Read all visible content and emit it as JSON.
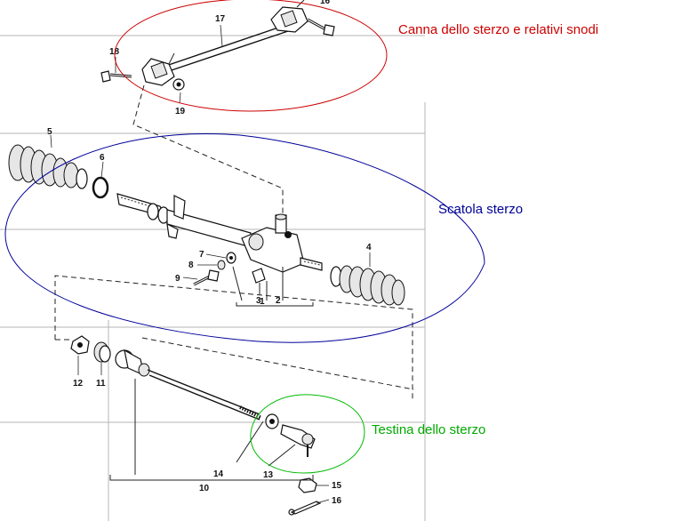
{
  "annotations": {
    "steering_column": {
      "text": "Canna dello sterzo e relativi snodi",
      "color": "#cc0000"
    },
    "steering_box": {
      "text": "Scatola sterzo",
      "color": "#000099"
    },
    "tie_rod_end": {
      "text": "Testina dello sterzo",
      "color": "#00aa00"
    }
  },
  "part_numbers": [
    "1",
    "2",
    "3",
    "4",
    "5",
    "6",
    "7",
    "8",
    "9",
    "10",
    "11",
    "12",
    "13",
    "14",
    "15",
    "16",
    "17",
    "18",
    "19"
  ]
}
